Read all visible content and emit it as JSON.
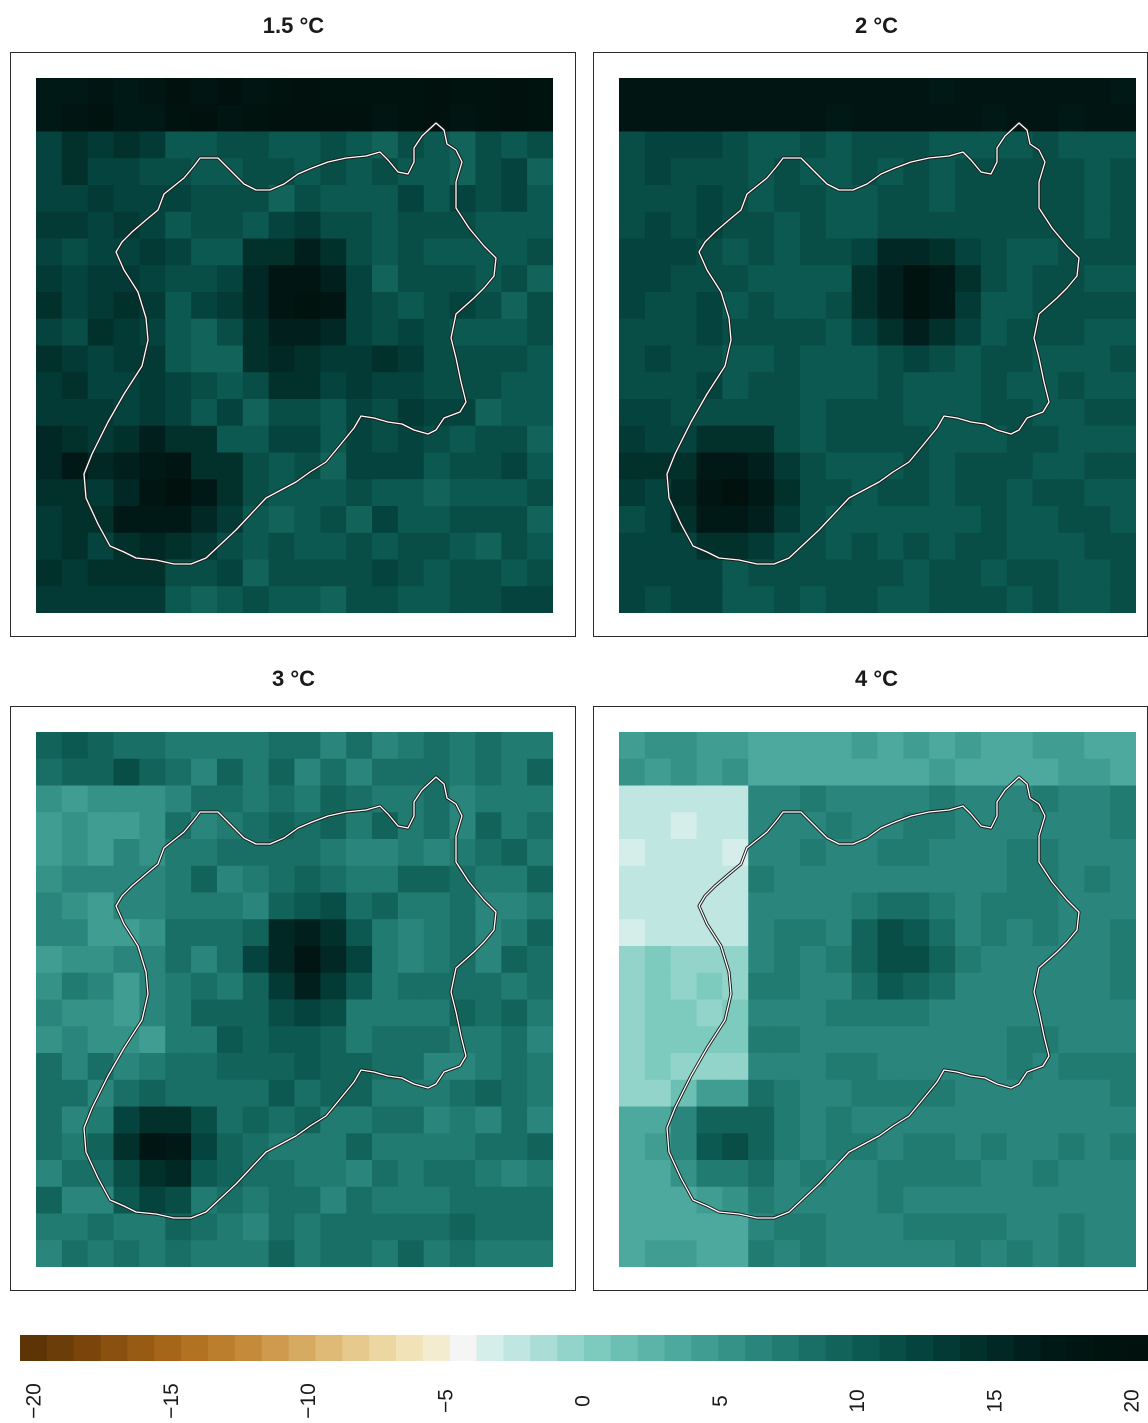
{
  "chart_data": {
    "type": "heatmap",
    "grid": {
      "cols": 20,
      "rows": 20
    },
    "colorbar": {
      "range": [
        -20,
        20
      ],
      "bins": 42,
      "tick_labels": [
        "−20",
        "−15",
        "−10",
        "−5",
        "0",
        "5",
        "10",
        "15",
        "20"
      ],
      "tick_values": [
        -20,
        -15,
        -10,
        -5,
        0,
        5,
        10,
        15,
        20
      ]
    },
    "panels": [
      {
        "title": "1.5 °C",
        "background_value": 10.5,
        "rows": [
          {
            "from": 0,
            "to": 1,
            "cols": [
              {
                "from": 0,
                "to": 4,
                "value": 17.5
              },
              {
                "from": 5,
                "to": 19,
                "value": 19
              }
            ]
          },
          {
            "from": 2,
            "to": 19,
            "cols": [
              {
                "from": 0,
                "to": 4,
                "value": 12.5
              }
            ]
          }
        ],
        "hotspots": [
          {
            "col": 10.2,
            "row": 8.4,
            "radius": 1.8,
            "peak": 20
          },
          {
            "col": 5.2,
            "row": 15.5,
            "radius": 1.8,
            "peak": 20
          },
          {
            "col": 9.5,
            "row": 11,
            "radius": 1.0,
            "peak": 15
          },
          {
            "col": 1.2,
            "row": 14.5,
            "radius": 1.2,
            "peak": 16
          },
          {
            "col": 14,
            "row": 11,
            "radius": 1.5,
            "peak": 13
          }
        ],
        "noise": 1.2,
        "seed": 11
      },
      {
        "title": "2 °C",
        "background_value": 10.5,
        "rows": [
          {
            "from": 0,
            "to": 1,
            "cols": [
              {
                "from": 0,
                "to": 19,
                "value": 17.5
              }
            ]
          },
          {
            "from": 2,
            "to": 19,
            "cols": [
              {
                "from": 0,
                "to": 3,
                "value": 11.5
              }
            ]
          }
        ],
        "hotspots": [
          {
            "col": 11.5,
            "row": 8.0,
            "radius": 1.6,
            "peak": 20
          },
          {
            "col": 4.5,
            "row": 15.5,
            "radius": 1.7,
            "peak": 20
          },
          {
            "col": 1.0,
            "row": 14.5,
            "radius": 0.8,
            "peak": 15
          }
        ],
        "noise": 0.5,
        "seed": 23
      },
      {
        "title": "3 °C",
        "background_value": 7.5,
        "rows": [
          {
            "from": 0,
            "to": 1,
            "cols": [
              {
                "from": 0,
                "to": 4,
                "value": 9.5
              }
            ]
          },
          {
            "from": 2,
            "to": 11,
            "cols": [
              {
                "from": 0,
                "to": 4,
                "value": 5.5
              }
            ]
          }
        ],
        "hotspots": [
          {
            "col": 10.5,
            "row": 8.5,
            "radius": 1.6,
            "peak": 19
          },
          {
            "col": 4.8,
            "row": 15.6,
            "radius": 1.5,
            "peak": 19
          },
          {
            "col": 9.5,
            "row": 11.5,
            "radius": 2.5,
            "peak": 10
          }
        ],
        "noise": 1.3,
        "seed": 37
      },
      {
        "title": "4 °C",
        "background_value": 6.5,
        "rows": [
          {
            "from": 0,
            "to": 1,
            "cols": [
              {
                "from": 0,
                "to": 4,
                "value": 4.5
              },
              {
                "from": 5,
                "to": 19,
                "value": 3.5
              }
            ]
          },
          {
            "from": 2,
            "to": 7,
            "cols": [
              {
                "from": 0,
                "to": 4,
                "value": -2.5
              }
            ]
          },
          {
            "from": 8,
            "to": 13,
            "cols": [
              {
                "from": 0,
                "to": 4,
                "value": 0
              }
            ]
          },
          {
            "from": 14,
            "to": 19,
            "cols": [
              {
                "from": 0,
                "to": 4,
                "value": 3.5
              }
            ]
          }
        ],
        "hotspots": [
          {
            "col": 11,
            "row": 8.3,
            "radius": 1.5,
            "peak": 12
          },
          {
            "col": 4.2,
            "row": 15.2,
            "radius": 1.5,
            "peak": 12
          }
        ],
        "noise": 0.5,
        "seed": 41
      }
    ]
  },
  "colors": {
    "palette_brown_to_teal": [
      "#5c3406",
      "#6b3d08",
      "#7a450b",
      "#8a500f",
      "#985b14",
      "#a5661a",
      "#b17221",
      "#bb7e2c",
      "#c58b3a",
      "#cf9a4d",
      "#d7aa61",
      "#dfba77",
      "#e6c98d",
      "#ecd6a2",
      "#f1e2b8",
      "#f4ecce",
      "#f5f5f5",
      "#d5eeea",
      "#bfe6e0",
      "#a9ddd5",
      "#93d4ca",
      "#7dcabe",
      "#6cbfb3",
      "#5cb4a8",
      "#4da99d",
      "#409d92",
      "#349287",
      "#2a867c",
      "#217b71",
      "#196f66",
      "#12645b",
      "#0c5951",
      "#084e47",
      "#05443e",
      "#033a35",
      "#02312c",
      "#012824",
      "#01201d",
      "#011916",
      "#011512",
      "#01130f",
      "#01110e"
    ]
  }
}
